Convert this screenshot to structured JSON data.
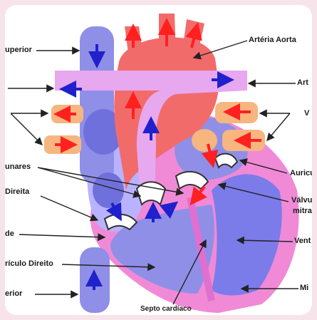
{
  "labels": {
    "vena_cava_superior": "uperior",
    "arteria_aorta": "Artéria Aorta",
    "arteria_pulmonar": "Art",
    "veias_pulmonares": "V",
    "valvulas_semilunares": "unares",
    "atrio_direito_top": "Direita",
    "auricula_esquerda": "Auricu",
    "valvula_mitral_line1": "Válvul",
    "valvula_mitral_line2": "mitral",
    "valvula_tricuspide": "de",
    "ventriculo_esquerdo": "Vent",
    "ventriculo_direito": "rículo Direito",
    "miocardio": "Mi",
    "vena_cava_inferior": "erior",
    "septo": "Septo cardíaco"
  },
  "colors": {
    "frame_bg": "#f7e4ea",
    "vein_blue": "#8f8fe8",
    "deep_blue": "#6e6ee6",
    "chamber_blue": "#9a9af0",
    "light_blue": "#b9b3ff",
    "aorta_red": "#f26b6b",
    "artery_pink": "#e7a8ef",
    "pulm_vein_orange": "#f7b57f",
    "myocardium_pink": "#f08ad6",
    "arrow_red": "#ff2020",
    "arrow_blue": "#2020cc"
  }
}
